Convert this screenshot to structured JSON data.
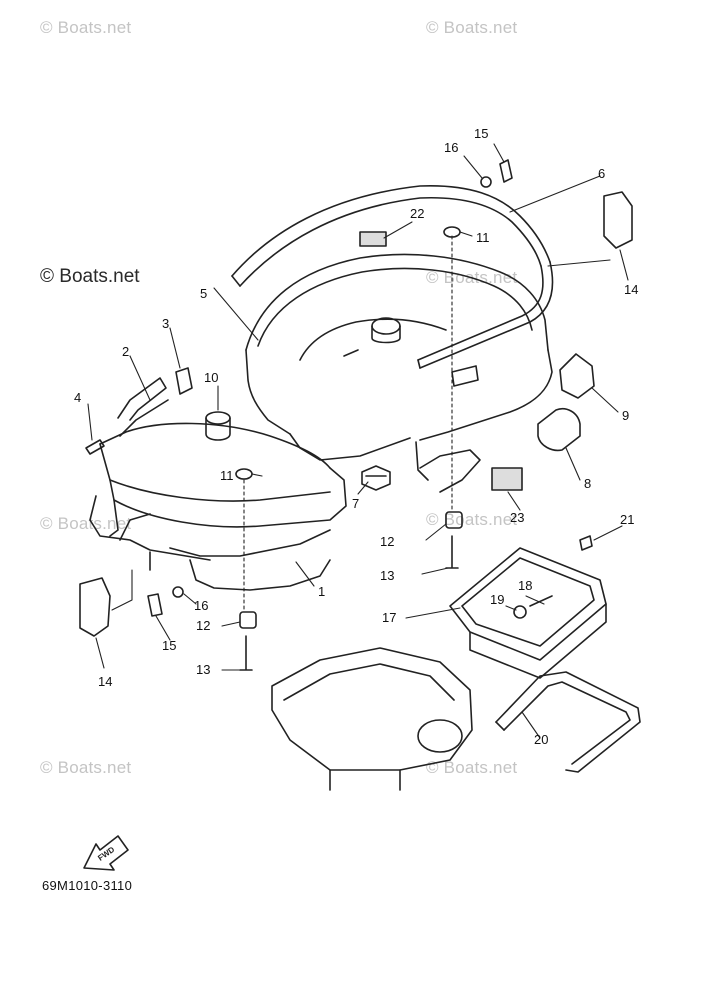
{
  "watermark": {
    "text": "© Boats.net",
    "big_text": "© Boats.net"
  },
  "part_code": "69M1010-3110",
  "fwd_label": "FWD",
  "callouts": [
    "1",
    "2",
    "3",
    "4",
    "5",
    "6",
    "7",
    "8",
    "9",
    "10",
    "11",
    "11",
    "12",
    "12",
    "13",
    "13",
    "14",
    "14",
    "15",
    "15",
    "16",
    "16",
    "17",
    "18",
    "19",
    "20",
    "21",
    "22",
    "23"
  ],
  "colors": {
    "line": "#222222",
    "watermark": "#c4c4c4",
    "background": "#ffffff"
  }
}
